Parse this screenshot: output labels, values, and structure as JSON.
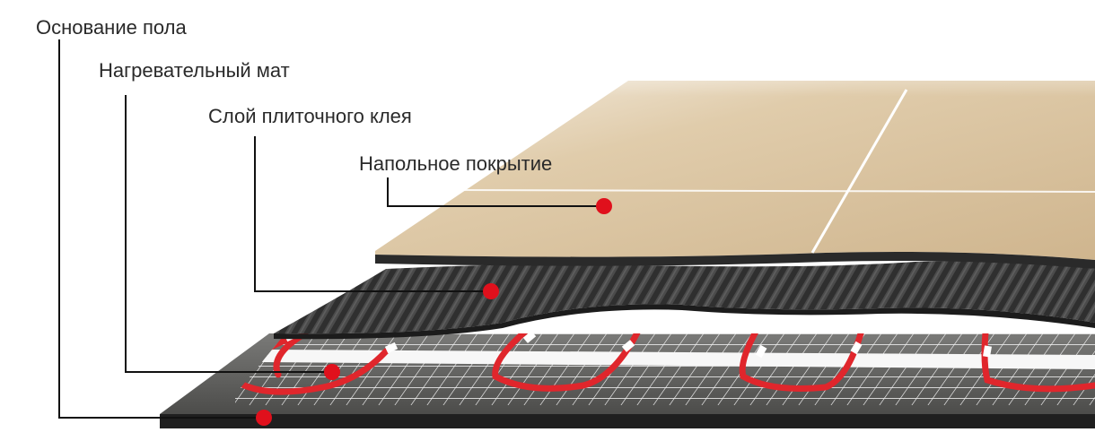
{
  "diagram": {
    "labels": {
      "base": "Основание пола",
      "mat": "Нагревательный мат",
      "glue": "Слой плиточного клея",
      "cover": "Напольное покрытие"
    },
    "colors": {
      "background": "#ffffff",
      "text": "#2a2a2a",
      "leader_line": "#111111",
      "marker": "#e0101c",
      "cable": "#e0262c",
      "tile": "#d6bf9b",
      "adhesive": "#3d3d3d",
      "mesh": "#ffffff",
      "screed": "#5a5a5a"
    }
  }
}
